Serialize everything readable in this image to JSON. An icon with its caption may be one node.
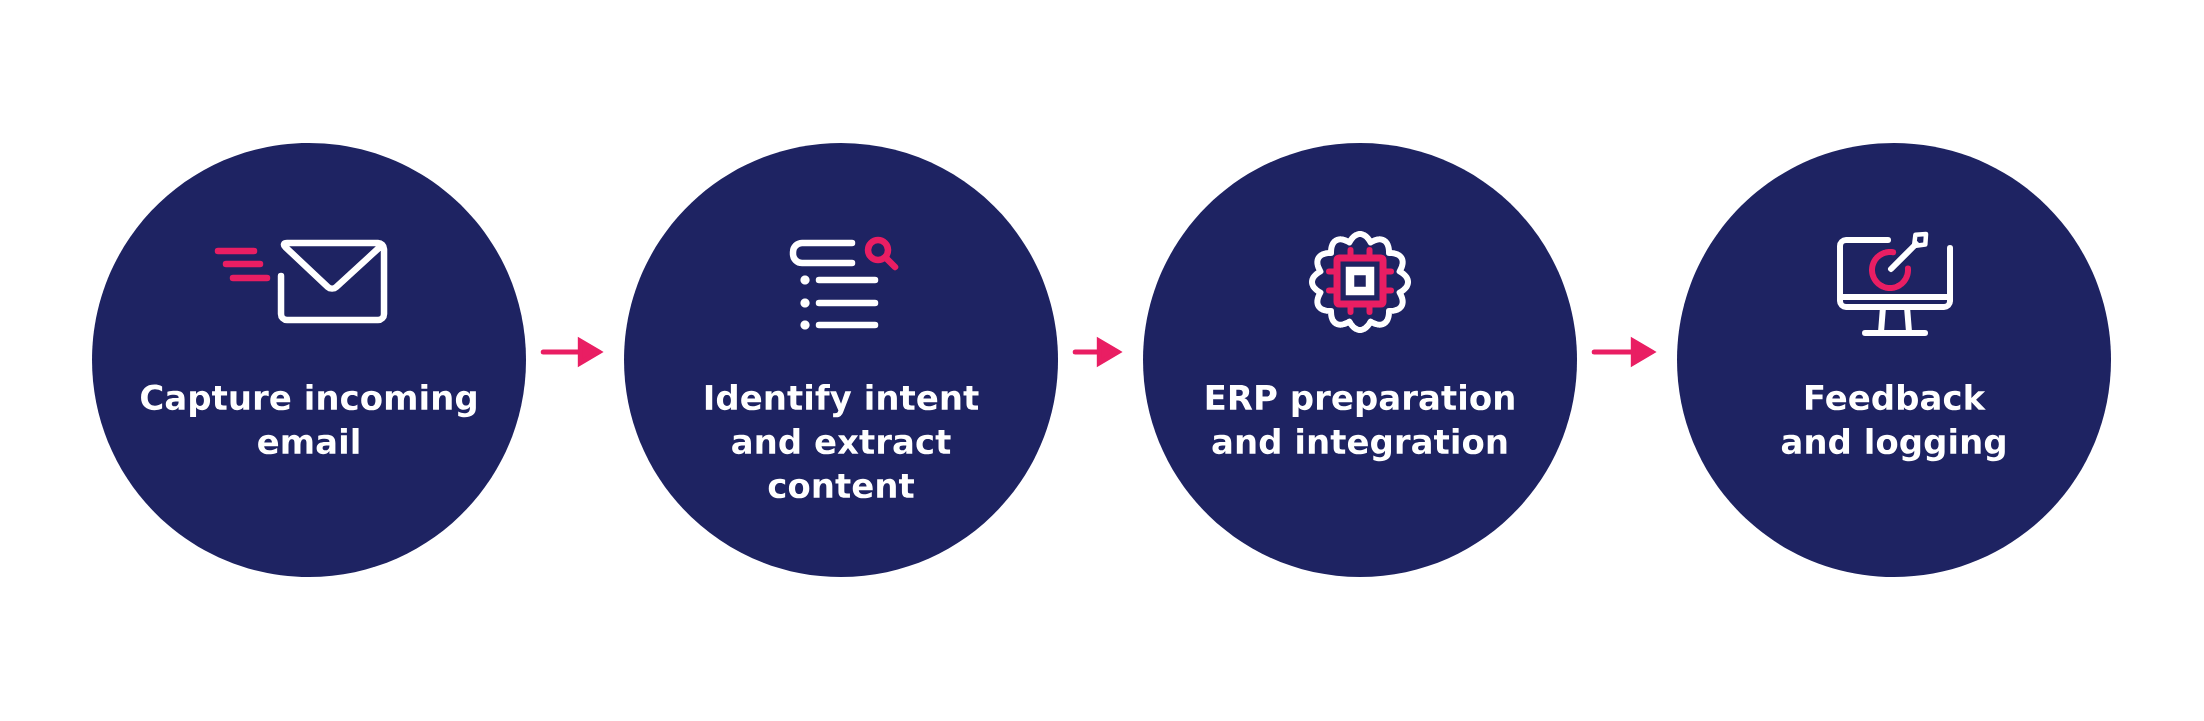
{
  "diagram": {
    "nodes": [
      {
        "text": [
          "Capture incoming email"
        ]
      },
      {
        "text": [
          "Identify intent and extract content"
        ]
      },
      {
        "text": [
          "ERP preparation and integration"
        ]
      },
      {
        "text": [
          "Feedback and logging"
        ]
      }
    ],
    "edges": [
      {
        "from": 0,
        "to": 1,
        "arrow": "to"
      },
      {
        "from": 1,
        "to": 2,
        "arrow": "to"
      },
      {
        "from": 2,
        "to": 3,
        "arrow": "to"
      }
    ]
  }
}
